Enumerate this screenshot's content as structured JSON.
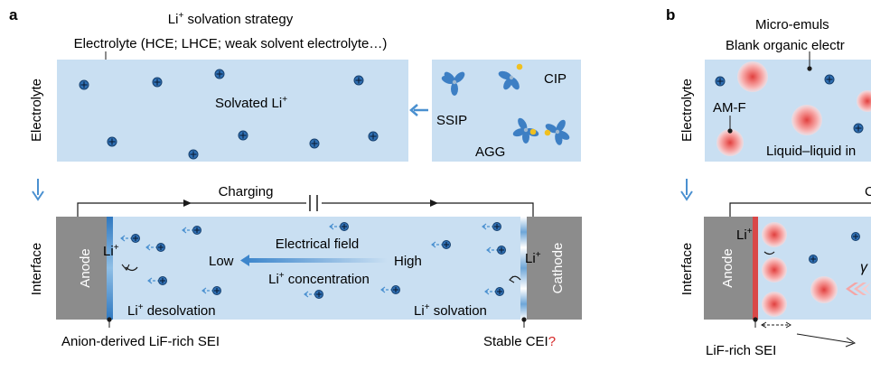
{
  "panel_a": {
    "letter": "a",
    "title_prefix": "Li",
    "title_sup": "+",
    "title_suffix": " solvation strategy",
    "electrolyte_label": "Electrolyte (HCE; LHCE; weak solvent electrolyte…)",
    "row_label_electrolyte": "Electrolyte",
    "row_label_interface": "Interface",
    "solvated_prefix": "Solvated Li",
    "solvated_sup": "+",
    "structures": {
      "cip": "CIP",
      "ssip": "SSIP",
      "agg": "AGG"
    },
    "charging": "Charging",
    "anode": "Anode",
    "cathode": "Cathode",
    "li_anode_prefix": "Li",
    "li_anode_sup": "+",
    "li_cathode_prefix": "Li",
    "li_cathode_sup": "+",
    "field_label": "Electrical field",
    "low": "Low",
    "high": "High",
    "concentration_prefix": "Li",
    "concentration_sup": "+",
    "concentration_suffix": " concentration",
    "desolvation_prefix": "Li",
    "desolvation_sup": "+",
    "desolvation_suffix": " desolvation",
    "solvation_prefix": "Li",
    "solvation_sup": "+",
    "solvation_suffix": " solvation",
    "sei_label": "Anion-derived LiF-rich SEI",
    "cei_label": "Stable CEI",
    "cei_mark": "?"
  },
  "panel_b": {
    "letter": "b",
    "title_line1": "Micro-emuls",
    "title_line2": "Blank organic electr",
    "row_label_electrolyte": "Electrolyte",
    "row_label_interface": "Interface",
    "amf": "AM-F",
    "liquid_label": "Liquid–liquid in",
    "charging_partial": "C",
    "anode": "Anode",
    "li_prefix": "Li",
    "li_sup": "+",
    "gamma": "γ",
    "sei_label": "LiF-rich SEI"
  },
  "colors": {
    "box_fill": "#c9dff2",
    "electrode_gray": "#8c8c8c",
    "arrow_blue": "#4a90d0",
    "petal_blue": "#3d7fc4",
    "anion_yellow": "#f0c020",
    "question_red": "#d62828",
    "droplet_red": "#ef5a5a",
    "sei_red": "#d94848"
  }
}
